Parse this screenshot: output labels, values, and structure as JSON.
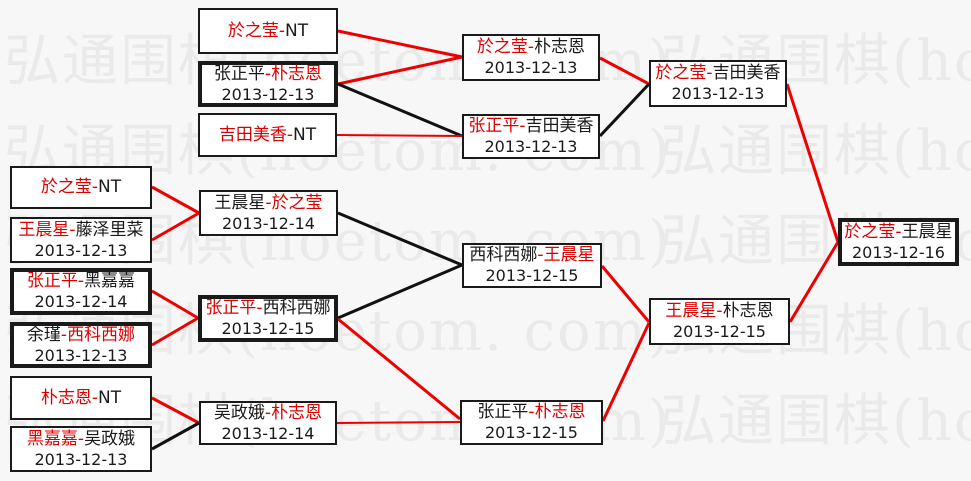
{
  "watermark": {
    "text": "弘通围棋(hoetom. com)"
  },
  "dash": "-",
  "colors": {
    "red_text": "#dd0000",
    "red_line": "#ee0000",
    "black_line": "#111111",
    "border": "#1a1a1a",
    "watermark": "#eaeaea",
    "background": "#f7f7f7",
    "box_fill": "#ffffff"
  },
  "matches": {
    "t1": {
      "p1": "於之莹",
      "p2": "NT",
      "red": "p1"
    },
    "t2": {
      "p1": "张正平",
      "p2": "朴志恩",
      "red": "p2",
      "date": "2013-12-13"
    },
    "t3": {
      "p1": "吉田美香",
      "p2": "NT",
      "red": "p1"
    },
    "s1": {
      "p1": "於之莹",
      "p2": "朴志恩",
      "red": "p1",
      "date": "2013-12-13"
    },
    "s2": {
      "p1": "张正平",
      "p2": "吉田美香",
      "red": "p1",
      "date": "2013-12-13"
    },
    "q1": {
      "p1": "於之莹",
      "p2": "吉田美香",
      "red": "p1",
      "date": "2013-12-13"
    },
    "l1": {
      "p1": "於之莹",
      "p2": "NT",
      "red": "p1"
    },
    "l2": {
      "p1": "王晨星",
      "p2": "藤泽里菜",
      "red": "p1",
      "date": "2013-12-13"
    },
    "l3": {
      "p1": "张正平",
      "p2": "黑嘉嘉",
      "red": "p1",
      "date": "2013-12-14"
    },
    "l4": {
      "p1": "余瑾",
      "p2": "西科西娜",
      "red": "p2",
      "date": "2013-12-13"
    },
    "l5": {
      "p1": "朴志恩",
      "p2": "NT",
      "red": "p1"
    },
    "l6": {
      "p1": "黑嘉嘉",
      "p2": "吴政娥",
      "red": "p1",
      "date": "2013-12-13"
    },
    "m1": {
      "p1": "王晨星",
      "p2": "於之莹",
      "red": "p2",
      "date": "2013-12-14"
    },
    "m2": {
      "p1": "张正平",
      "p2": "西科西娜",
      "red": "p1",
      "date": "2013-12-15"
    },
    "m3": {
      "p1": "吴政娥",
      "p2": "朴志恩",
      "red": "p2",
      "date": "2013-12-14"
    },
    "n1": {
      "p1": "西科西娜",
      "p2": "王晨星",
      "red": "p2",
      "date": "2013-12-15"
    },
    "n2": {
      "p1": "张正平",
      "p2": "朴志恩",
      "red": "p2",
      "date": "2013-12-15"
    },
    "p2": {
      "p1": "王晨星",
      "p2": "朴志恩",
      "red": "p1",
      "date": "2013-12-15"
    },
    "f": {
      "p1": "於之莹",
      "p2": "王晨星",
      "red": "p1",
      "date": "2013-12-16"
    }
  }
}
